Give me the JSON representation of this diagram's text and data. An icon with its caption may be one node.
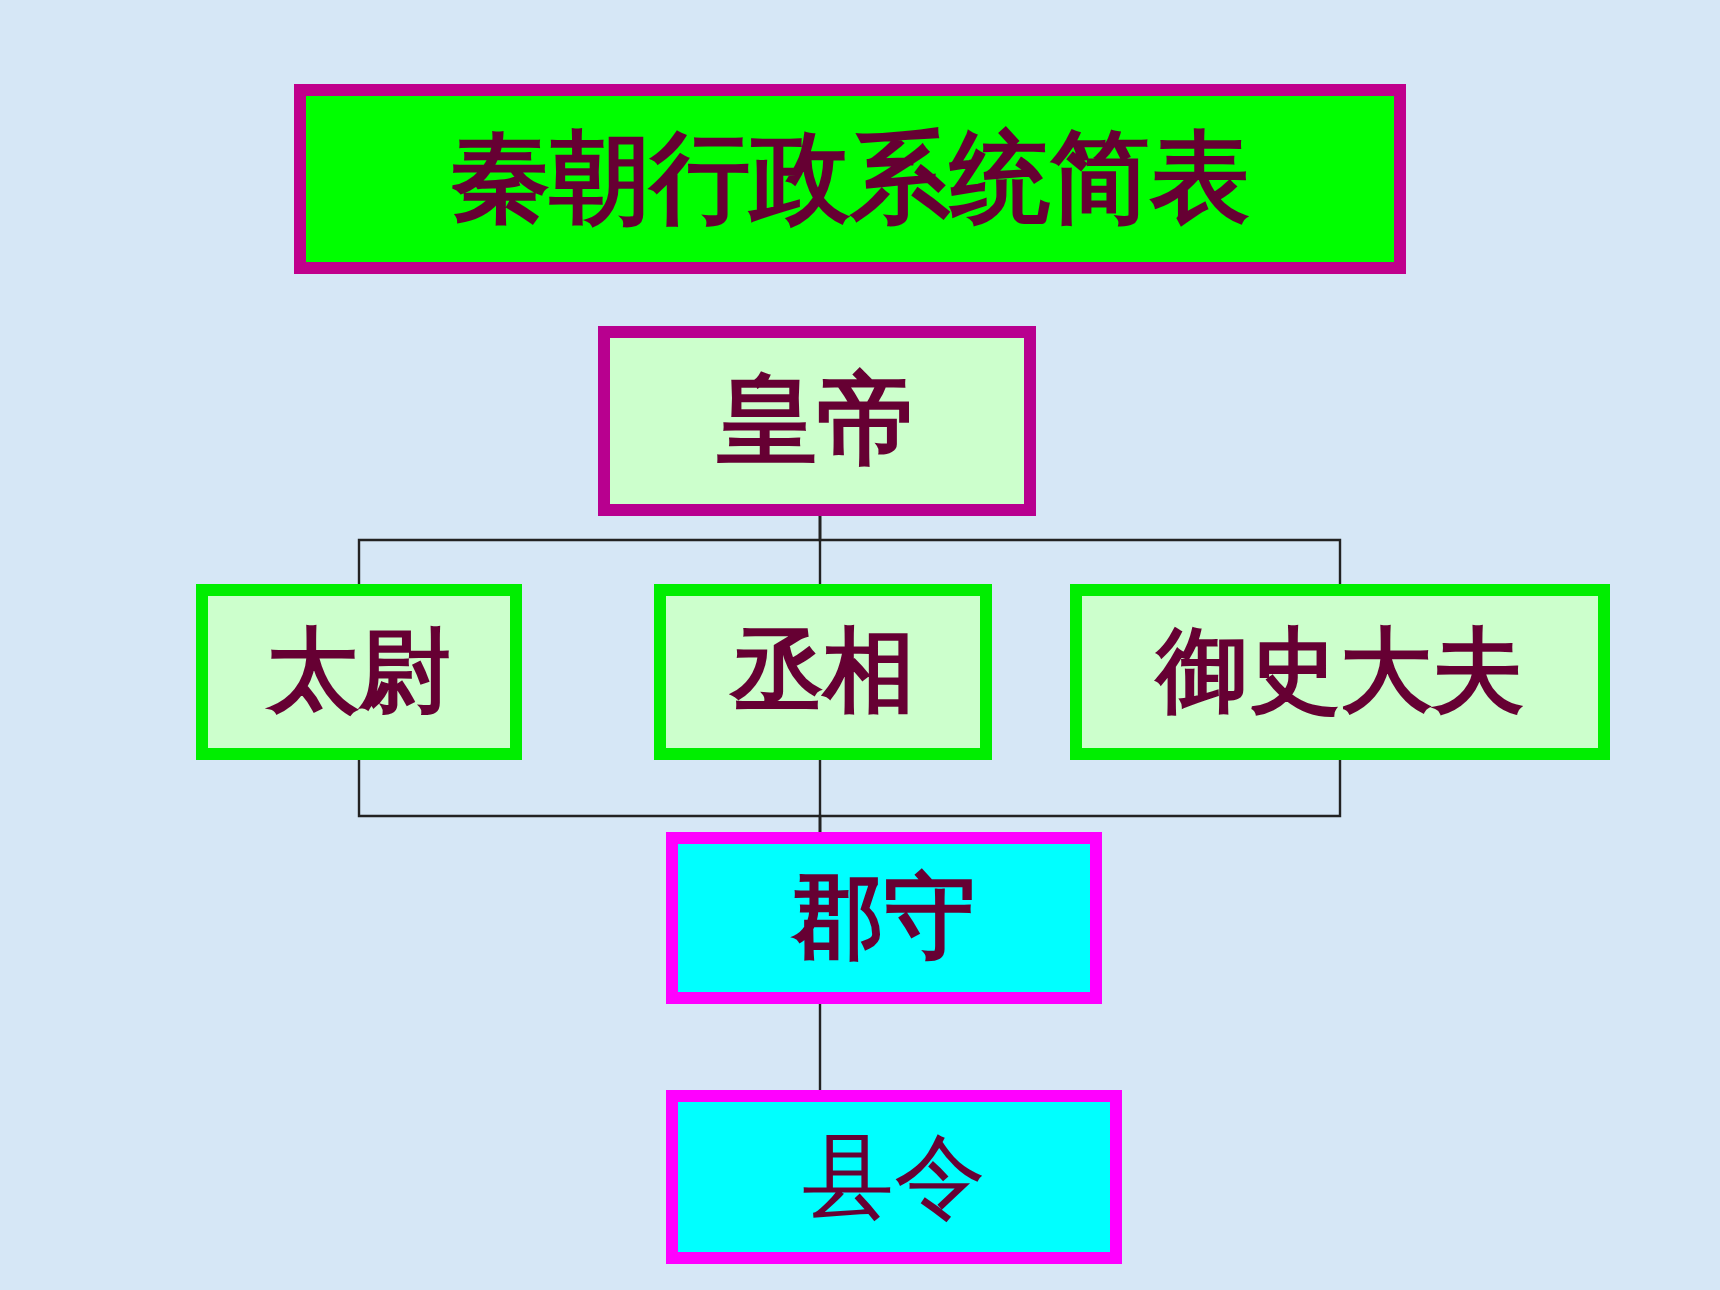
{
  "diagram": {
    "title": "秦朝行政系统简表",
    "nodes": [
      {
        "text": [
          "皇帝"
        ]
      },
      {
        "text": [
          "太尉"
        ]
      },
      {
        "text": [
          "丞相"
        ]
      },
      {
        "text": [
          "御史大夫"
        ]
      },
      {
        "text": [
          "郡守"
        ]
      },
      {
        "text": [
          "县令"
        ]
      }
    ],
    "edges": [
      {
        "from": 0,
        "to": 1,
        "arrow": "none"
      },
      {
        "from": 0,
        "to": 2,
        "arrow": "none"
      },
      {
        "from": 0,
        "to": 3,
        "arrow": "none"
      },
      {
        "from": 1,
        "to": 4,
        "arrow": "none"
      },
      {
        "from": 2,
        "to": 4,
        "arrow": "none"
      },
      {
        "from": 3,
        "to": 4,
        "arrow": "none"
      },
      {
        "from": 4,
        "to": 5,
        "arrow": "none"
      }
    ]
  }
}
